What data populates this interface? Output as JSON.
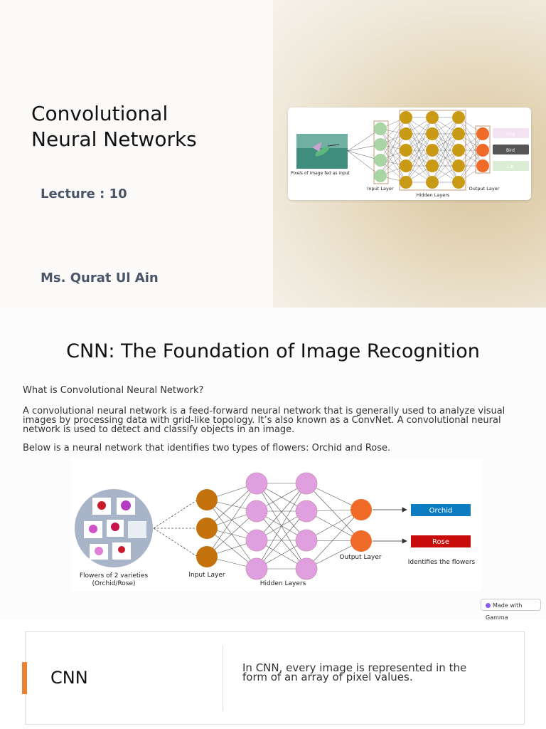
{
  "slide1": {
    "title_line1": "Convolutional",
    "title_line2": "Neural Networks",
    "lecture": "Lecture : 10",
    "author": "Ms. Qurat Ul Ain",
    "diagram": {
      "input_caption": "Pixels of image fed as input",
      "input_layer": "Input Layer",
      "hidden_layers": "Hidden Layers",
      "output_layer": "Output Layer",
      "outputs": [
        "Dog",
        "Bird",
        "Cat"
      ]
    }
  },
  "slide2": {
    "title": "CNN: The Foundation of Image Recognition",
    "question": "What is Convolutional Neural Network?",
    "para_line1": "A convolutional neural network is a feed-forward neural network that is generally used to analyze visual",
    "para_line2": "images by processing data with grid-like topology. It’s also known as a ConvNet. A convolutional neural",
    "para_line3": "network is used to detect and classify objects in an image.",
    "below": "Below is a neural network that identifies two types of flowers: Orchid and Rose.",
    "diagram": {
      "flowers_caption_1": "Flowers of 2 varieties",
      "flowers_caption_2": "(Orchid/Rose)",
      "input_layer": "Input Layer",
      "hidden_layers": "Hidden Layers",
      "output_layer": "Output Layer",
      "out1": "Orchid",
      "out2": "Rose",
      "identifies": "Identifies the flowers"
    },
    "badge": "Made with Gamma"
  },
  "slide3": {
    "label": "CNN",
    "desc_line1": "In CNN, every image is represented in the",
    "desc_line2": "form of an array of pixel values."
  },
  "colors": {
    "accent_orange": "#e98232",
    "node_gold": "#c99a14",
    "node_green": "#a9d4a4",
    "node_orange": "#f06a28",
    "node_pink": "#e0a0e0",
    "node_brown": "#c4720e",
    "orchid_blue": "#0c7cc0",
    "rose_red": "#c80c0c",
    "subtitle_slate": "#4a5568"
  }
}
